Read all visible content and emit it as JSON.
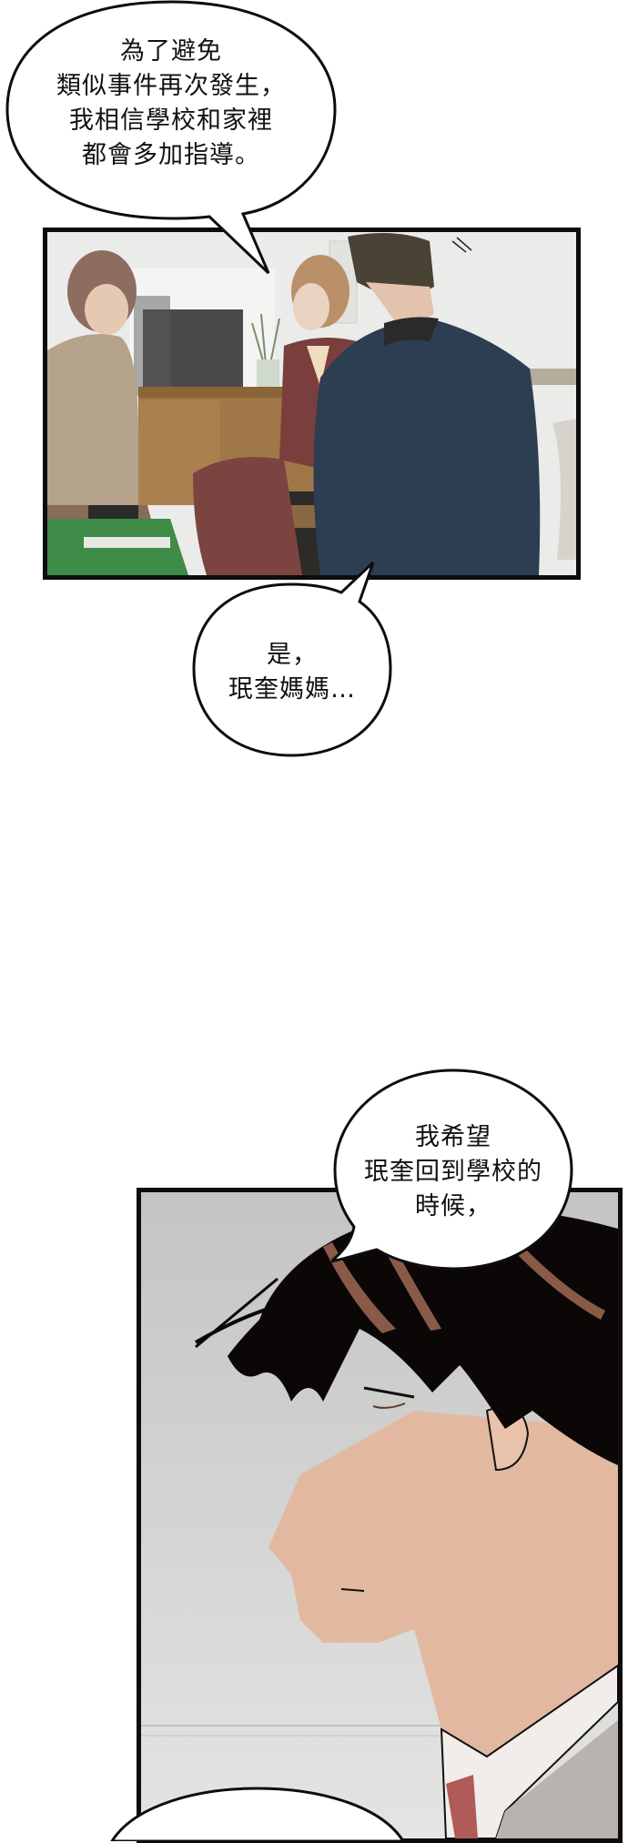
{
  "page": {
    "type": "webtoon-strip",
    "background": "#ffffff"
  },
  "bubbles": [
    {
      "id": "bubble-1",
      "lines": [
        "為了避免",
        "類似事件再次發生，",
        "我相信學校和家裡",
        "都會多加指導。"
      ]
    },
    {
      "id": "bubble-2",
      "lines": [
        "是，",
        "珉奎媽媽…"
      ]
    },
    {
      "id": "bubble-3",
      "lines": [
        "我希望",
        "珉奎回到學校的",
        "時候，"
      ]
    }
  ],
  "panels": [
    {
      "id": "panel-1",
      "scene": "office-meeting",
      "colors": {
        "wall": "#e8e8e6",
        "suit": "#2b3a4e",
        "dress": "#7a3f3c",
        "shirt": "#b7a58e",
        "desk": "#9a7143",
        "table": "#3f8a48",
        "hair_man": "#4a4234",
        "hair_woman1": "#8a6a5c",
        "hair_woman2": "#b89068"
      }
    },
    {
      "id": "panel-2",
      "scene": "boy-profile-closeup",
      "colors": {
        "background": "#cfcfcd",
        "hair": "#0a0606",
        "hair_highlight": "#8a5a48",
        "skin": "#e2b9a0",
        "collar": "#f2ecea",
        "tie": "#b05a5a",
        "jacket": "#b8b3ae"
      }
    }
  ],
  "colors": {
    "border": "#0d0d0d",
    "text": "#111111"
  }
}
